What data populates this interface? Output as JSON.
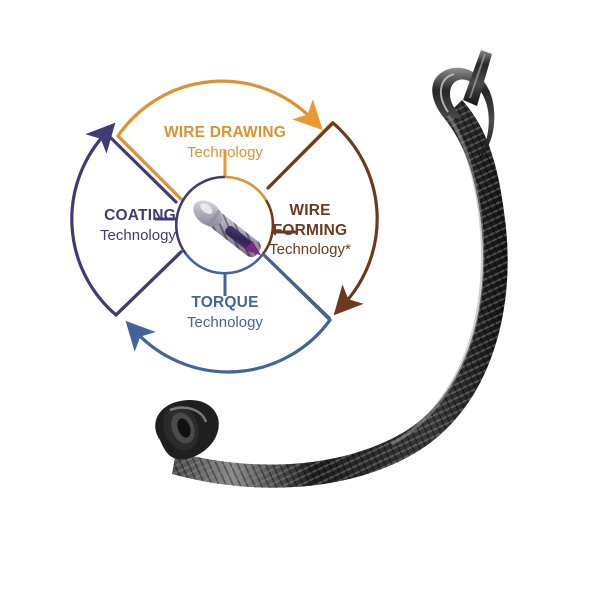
{
  "figure": {
    "type": "cycle-diagram-with-product-photo",
    "background_color": "#ffffff",
    "center": {
      "hub_label": "guidewire-tip",
      "hub_circle_color": "#3f3b75"
    }
  },
  "cycle": {
    "direction": "clockwise",
    "quadrants": [
      {
        "id": "wire-drawing",
        "position": "top",
        "title": "WIRE DRAWING",
        "subtitle": "Technology",
        "color": "#dd9130",
        "arrow_color": "#e59a32"
      },
      {
        "id": "wire-forming",
        "position": "right",
        "title_line1": "WIRE",
        "title_line2": "FORMING",
        "subtitle": "Technology*",
        "color": "#6d3a1f",
        "arrow_color": "#6d3a1f"
      },
      {
        "id": "torque",
        "position": "bottom",
        "title": "TORQUE",
        "subtitle": "Technology",
        "color": "#41659a",
        "arrow_color": "#41659a"
      },
      {
        "id": "coating",
        "position": "left",
        "title": "COATING",
        "subtitle": "Technology",
        "color": "#3f3b75",
        "arrow_color": "#3f3b75"
      }
    ]
  },
  "product": {
    "name": "braided-guidewire-catheter",
    "shaft_color": "#2e2e2e",
    "highlight_color": "#8d8d8d",
    "tip_label": "braided-open-lumen-tip",
    "loop_label": "wire-loop"
  },
  "chart_data": {
    "type": "pie",
    "title": "",
    "categories": [
      "WIRE DRAWING Technology",
      "WIRE FORMING Technology*",
      "TORQUE Technology",
      "COATING Technology"
    ],
    "values": [
      25,
      25,
      25,
      25
    ],
    "colors": [
      "#dd9130",
      "#6d3a1f",
      "#41659a",
      "#3f3b75"
    ],
    "legend_position": "inline-labels",
    "annotations": [
      "clockwise cycle arrows between quadrants",
      "central guidewire tip illustration"
    ]
  }
}
